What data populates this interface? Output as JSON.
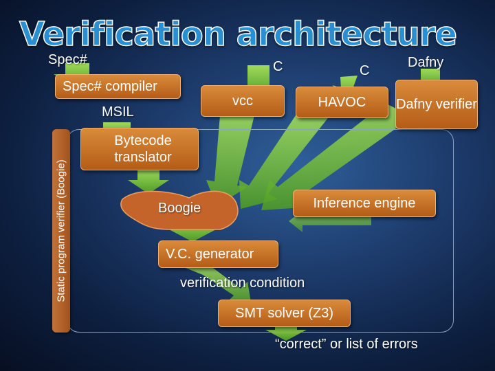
{
  "title": "Verification architecture",
  "labels": {
    "spec_sharp": "Spec#",
    "c_left": "C",
    "c_right": "C",
    "dafny": "Dafny",
    "verification_condition": "verification condition",
    "result": "“correct” or list of errors"
  },
  "boxes": {
    "spec_compiler": "Spec# compiler",
    "msil": "MSIL",
    "vcc": "vcc",
    "havoc": "HAVOC",
    "dafny_verifier": "Dafny verifier",
    "bytecode_translator": "Bytecode translator",
    "boogie": "Boogie",
    "inference_engine": "Inference engine",
    "vc_generator": "V.C. generator",
    "smt_solver": "SMT solver (Z3)"
  },
  "side_label": "Static program verifier (Boogie)",
  "colors": {
    "title": "#2a8fd0",
    "box": "#c8742a",
    "arrow": "#7ccf3c",
    "background": "#1c3a6a"
  }
}
